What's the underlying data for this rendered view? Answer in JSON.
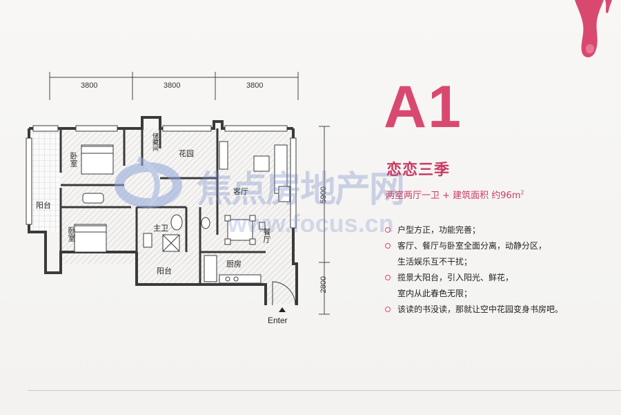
{
  "plan": {
    "dimensions_top": [
      "3800",
      "3800",
      "3800"
    ],
    "dimensions_right": [
      "5900",
      "2800"
    ],
    "rooms": {
      "bedroom_1": "卧室",
      "bedroom_2": "卧室",
      "balcony_left": "阳台",
      "balcony_bottom": "阳台",
      "garden": "花园",
      "living_room": "客厅",
      "dining_room": "餐厅",
      "kitchen": "厨房",
      "master_bath": "主卫",
      "storage": "储藏间"
    },
    "enter_label": "Enter"
  },
  "info": {
    "model_title": "A1",
    "model_name": "恋恋三季",
    "spec": "两室两厅一卫 + 建筑面积 约96m",
    "spec_unit_sup": "2",
    "features": [
      "户型方正，功能完善；",
      "客厅、餐厅与卧室全面分离，动静分区，",
      "生活娱乐互不干扰；",
      "揽景大阳台，引入阳光、鲜花，",
      "室内从此春色无限；",
      "该读的书没读，那就让空中花园变身书房吧。"
    ],
    "feature_bullets": [
      true,
      true,
      false,
      true,
      false,
      true
    ]
  },
  "watermark": {
    "text_cn": "焦点房地产网",
    "text_url": "www.focus.cn"
  },
  "colors": {
    "accent": "#d9496f",
    "wall": "#3a3a3a",
    "hatch": "#bdbdbd"
  }
}
